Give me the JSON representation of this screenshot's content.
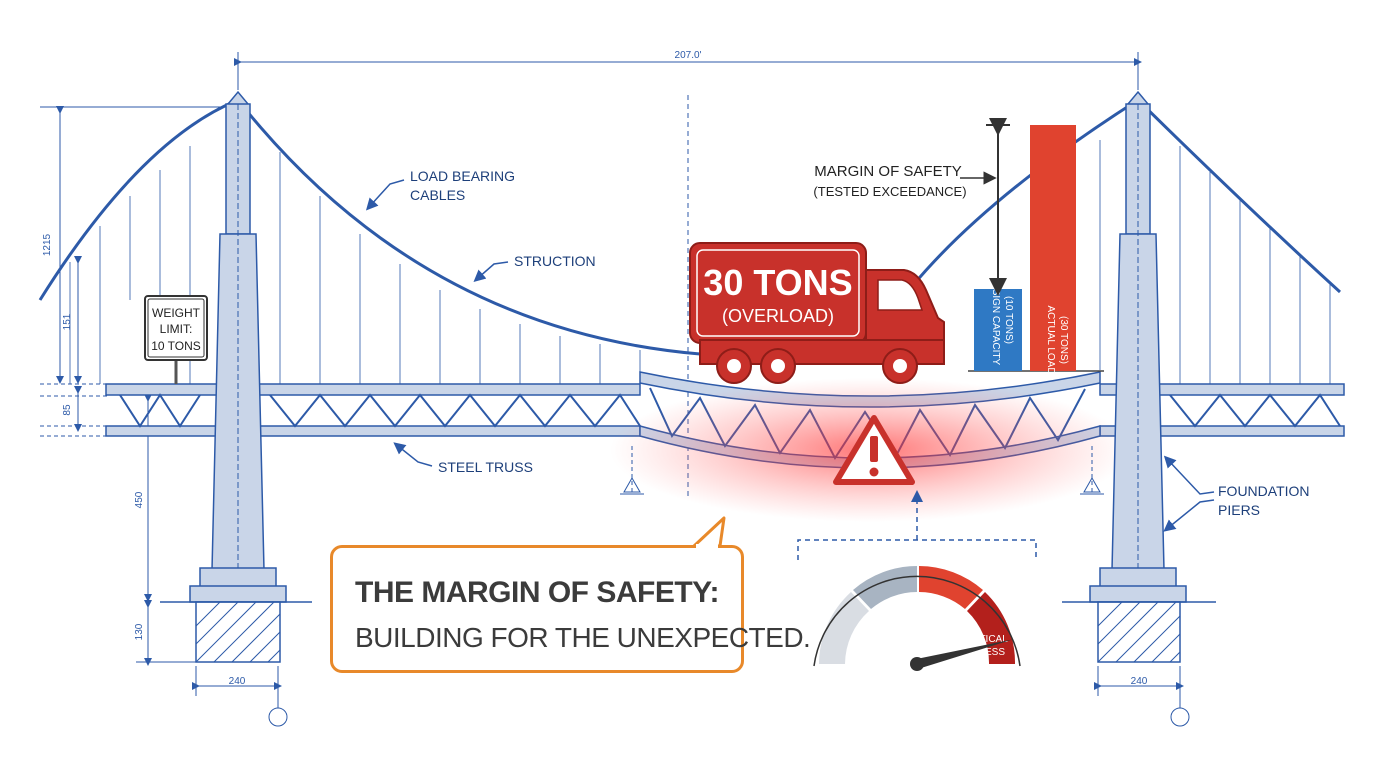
{
  "dimensions": {
    "span": "207.0'",
    "tower_height": "1215",
    "cable_sag": "151",
    "deck_depth": "85",
    "clearance": "450",
    "footing_height": "130",
    "pier_width_left": "240",
    "pier_width_right": "240"
  },
  "labels": {
    "cables_line1": "LOAD BEARING",
    "cables_line2": "CABLES",
    "structure": "STRUCTION",
    "truss": "STEEL TRUSS",
    "piers_line1": "FOUNDATION",
    "piers_line2": "PIERS"
  },
  "sign": {
    "line1": "WEIGHT",
    "line2": "LIMIT:",
    "line3": "10 TONS"
  },
  "truck": {
    "weight": "30 TONS",
    "note": "(OVERLOAD)"
  },
  "margin": {
    "title": "MARGIN OF SAFETY",
    "subtitle": "(TESTED EXCEEDANCE)",
    "design_label_1": "DESIGN CAPACITY",
    "design_label_2": "(10 TONS)",
    "actual_label_1": "ACTUAL LOAD",
    "actual_label_2": "(30 TONS)",
    "design_value": 10,
    "actual_value": 30
  },
  "callout": {
    "line1": "THE MARGIN OF SAFETY:",
    "line2": "BUILDING FOR THE UNEXPECTED."
  },
  "gauge": {
    "label_1": "CRITICAL",
    "label_2": "STRESS",
    "level": 0.92
  },
  "colors": {
    "blueprint": "#2d5aa8",
    "steel": "#c9d5e8",
    "danger": "#c8312b",
    "design_bar": "#2f79c4",
    "actual_bar": "#e0432f",
    "callout_border": "#e8892a"
  }
}
